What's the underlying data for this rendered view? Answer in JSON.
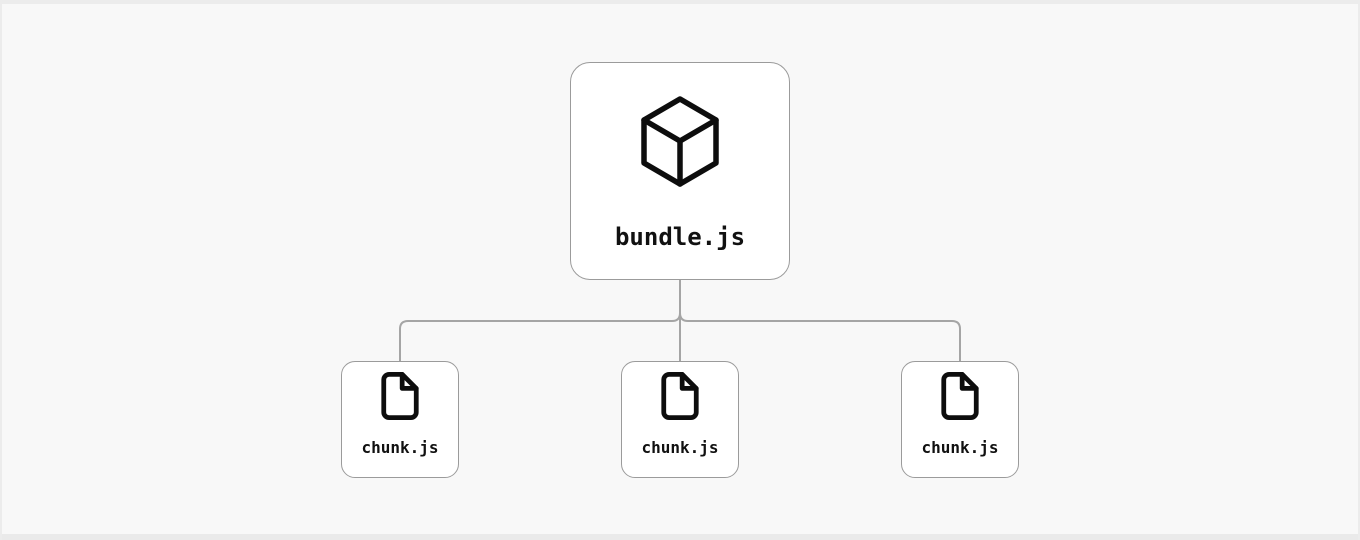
{
  "page": {
    "background": "#f8f8f8",
    "frame_color": "#ececec"
  },
  "diagram": {
    "type": "tree",
    "root": {
      "label": "bundle.js",
      "icon": "cube-icon"
    },
    "children": [
      {
        "label": "chunk.js",
        "icon": "file-icon"
      },
      {
        "label": "chunk.js",
        "icon": "file-icon"
      },
      {
        "label": "chunk.js",
        "icon": "file-icon"
      }
    ],
    "style": {
      "node_fill": "#ffffff",
      "node_border": "#9b9b9b",
      "connector_color": "#a5a5a5",
      "icon_color": "#0d0d0d",
      "label_color": "#111111"
    }
  }
}
